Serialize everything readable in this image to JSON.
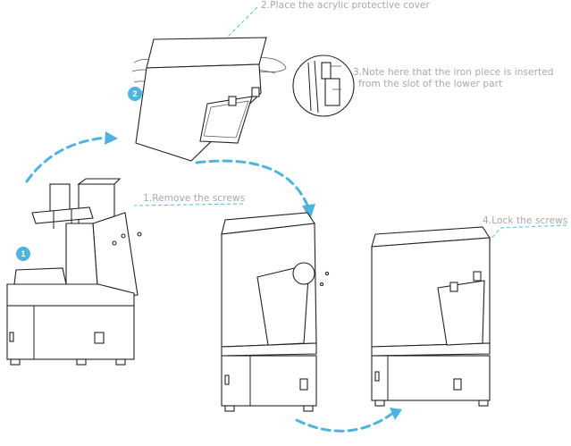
{
  "labels": {
    "step_place_cover": "2.Place the acrylic protective cover",
    "step_note_iron": "3.Note here that the iron piece is inserted",
    "step_note_iron_cont": "from the slot of the lower part",
    "step_remove_screws": "1.Remove the screws",
    "step_lock_screws": "4.Lock the screws"
  },
  "badges": {
    "one": "1",
    "two": "2"
  },
  "colors": {
    "accent": "#4fb3dd",
    "leader": "#5bb8e0",
    "label": "#a7a7a7",
    "line": "#222222"
  }
}
